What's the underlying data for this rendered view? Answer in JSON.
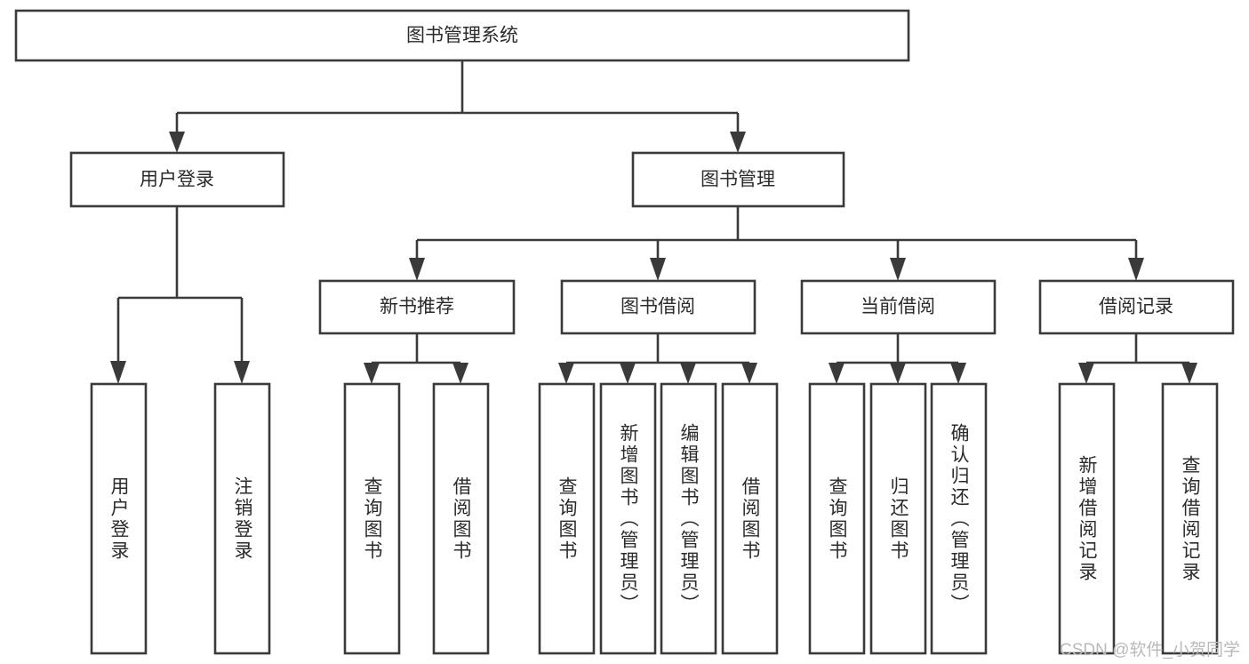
{
  "diagram": {
    "title": "图书管理系统",
    "type": "hierarchy-tree",
    "orientation": "top-down",
    "colors": {
      "box_stroke": "#3a3a3a",
      "box_fill": "#ffffff",
      "connector": "#3a3a3a",
      "text": "#2b2b2b",
      "background": "#ffffff",
      "watermark": "#b9b9b9"
    },
    "levels": [
      {
        "level": 0,
        "nodes": [
          {
            "id": "root",
            "label": "图书管理系统",
            "orientation": "horizontal"
          }
        ]
      },
      {
        "level": 1,
        "nodes": [
          {
            "id": "login",
            "label": "用户登录",
            "orientation": "horizontal",
            "parent": "root"
          },
          {
            "id": "bookmgmt",
            "label": "图书管理",
            "orientation": "horizontal",
            "parent": "root"
          }
        ]
      },
      {
        "level": 2,
        "nodes": [
          {
            "id": "newbook",
            "label": "新书推荐",
            "orientation": "horizontal",
            "parent": "bookmgmt"
          },
          {
            "id": "borrow",
            "label": "图书借阅",
            "orientation": "horizontal",
            "parent": "bookmgmt"
          },
          {
            "id": "current",
            "label": "当前借阅",
            "orientation": "horizontal",
            "parent": "bookmgmt"
          },
          {
            "id": "records",
            "label": "借阅记录",
            "orientation": "horizontal",
            "parent": "bookmgmt"
          }
        ]
      },
      {
        "level": 3,
        "nodes": [
          {
            "id": "leaf-user-login",
            "label": "用户登录",
            "orientation": "vertical",
            "parent": "login"
          },
          {
            "id": "leaf-user-logout",
            "label": "注销登录",
            "orientation": "vertical",
            "parent": "login"
          },
          {
            "id": "leaf-query-book-1",
            "label": "查询图书",
            "orientation": "vertical",
            "parent": "newbook"
          },
          {
            "id": "leaf-borrow-book-1",
            "label": "借阅图书",
            "orientation": "vertical",
            "parent": "newbook"
          },
          {
            "id": "leaf-query-book-2",
            "label": "查询图书",
            "orientation": "vertical",
            "parent": "borrow"
          },
          {
            "id": "leaf-add-book",
            "label": "新增图书（管理员）",
            "orientation": "vertical",
            "parent": "borrow"
          },
          {
            "id": "leaf-edit-book",
            "label": "编辑图书（管理员）",
            "orientation": "vertical",
            "parent": "borrow"
          },
          {
            "id": "leaf-borrow-book-2",
            "label": "借阅图书",
            "orientation": "vertical",
            "parent": "borrow"
          },
          {
            "id": "leaf-query-book-3",
            "label": "查询图书",
            "orientation": "vertical",
            "parent": "current"
          },
          {
            "id": "leaf-return-book",
            "label": "归还图书",
            "orientation": "vertical",
            "parent": "current"
          },
          {
            "id": "leaf-confirm-return",
            "label": "确认归还（管理员）",
            "orientation": "vertical",
            "parent": "current"
          },
          {
            "id": "leaf-add-record",
            "label": "新增借阅记录",
            "orientation": "vertical",
            "parent": "records"
          },
          {
            "id": "leaf-query-record",
            "label": "查询借阅记录",
            "orientation": "vertical",
            "parent": "records"
          }
        ]
      }
    ]
  },
  "watermark": {
    "text": "CSDN @软件_小贺同学"
  }
}
